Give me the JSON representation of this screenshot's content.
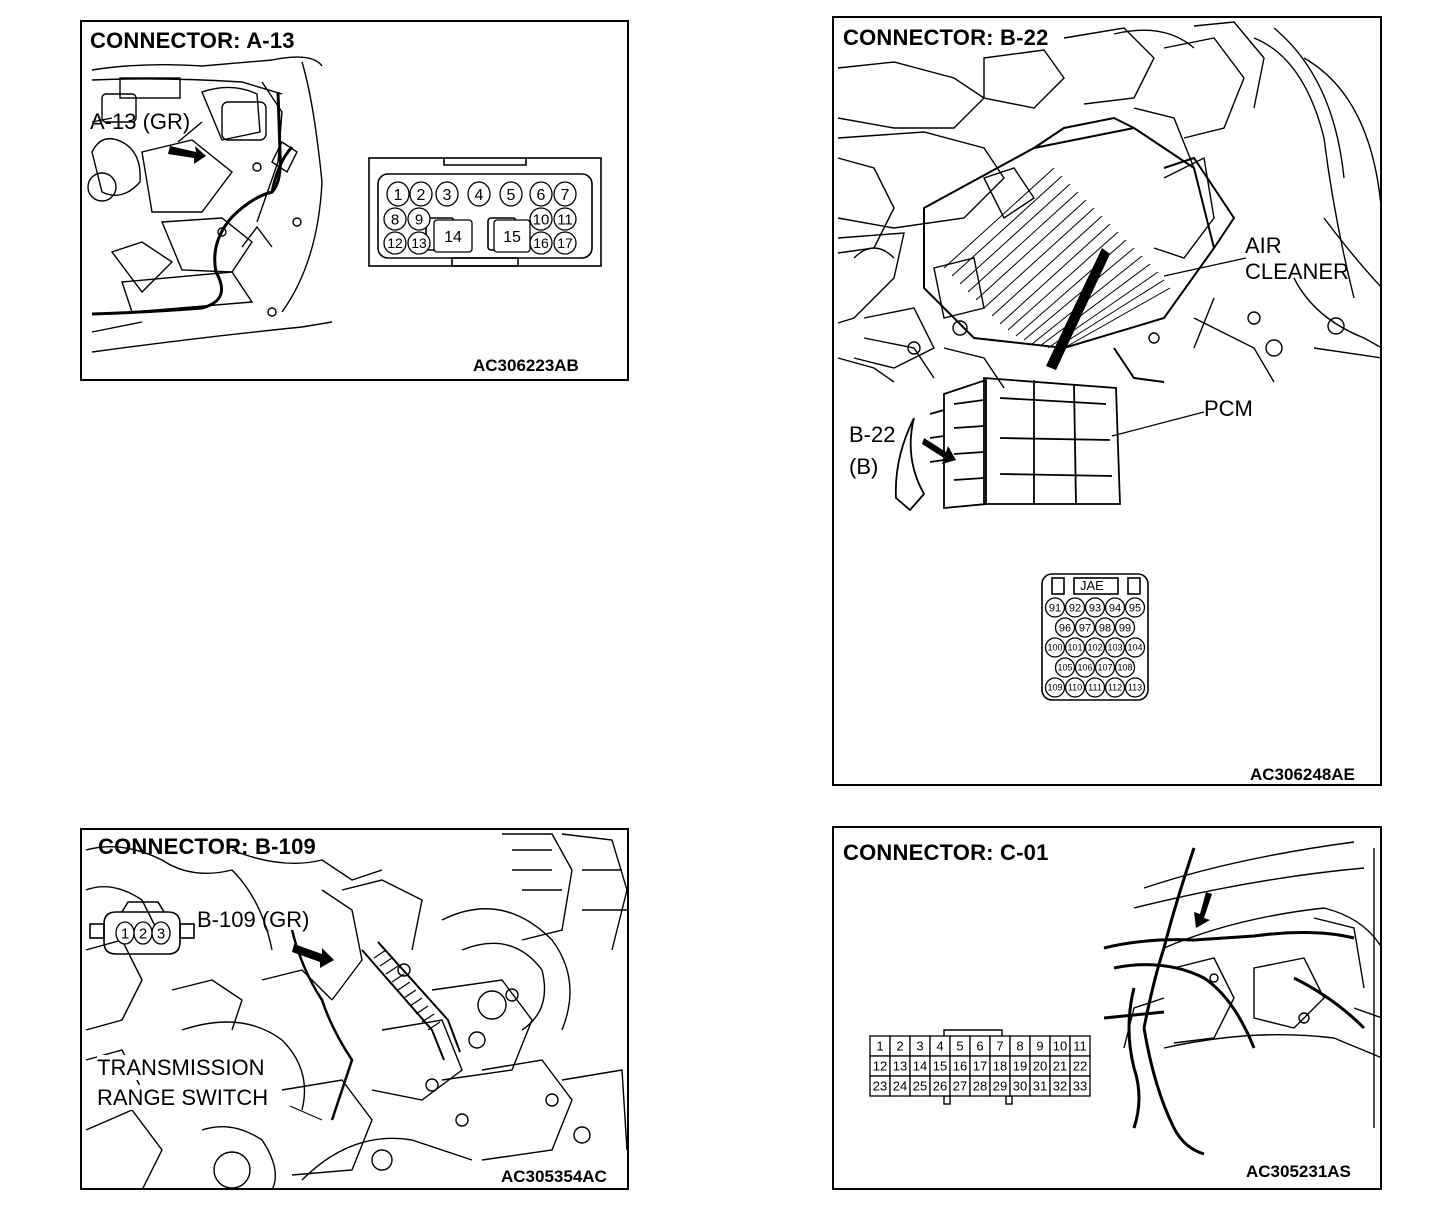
{
  "panels": {
    "a13": {
      "title": "CONNECTOR: A-13",
      "label": "A-13 (GR)",
      "code": "AC306223AB",
      "pins_top": [
        "1",
        "2",
        "3",
        "4",
        "5",
        "6",
        "7"
      ],
      "pins_mid_left": [
        "8",
        "9"
      ],
      "pins_mid_right": [
        "10",
        "11"
      ],
      "pins_bot_left": [
        "12",
        "13"
      ],
      "pins_bot_right": [
        "16",
        "17"
      ],
      "pin_big_a": "14",
      "pin_big_b": "15"
    },
    "b22": {
      "title": "CONNECTOR: B-22",
      "label_air": "AIR",
      "label_cleaner": "CLEANER",
      "label_pcm": "PCM",
      "label_conn": "B-22",
      "label_color": "(B)",
      "connector_tag": "JAE",
      "code": "AC306248AE",
      "pin_rows": [
        [
          "91",
          "92",
          "93",
          "94",
          "95"
        ],
        [
          "96",
          "97",
          "98",
          "99"
        ],
        [
          "100",
          "101",
          "102",
          "103",
          "104"
        ],
        [
          "105",
          "106",
          "107",
          "108"
        ],
        [
          "109",
          "110",
          "111",
          "112",
          "113"
        ]
      ]
    },
    "b109": {
      "title": "CONNECTOR: B-109",
      "label": "B-109 (GR)",
      "label_line1": "TRANSMISSION",
      "label_line2": "RANGE SWITCH",
      "code": "AC305354AC",
      "pins": [
        "1",
        "2",
        "3"
      ]
    },
    "c01": {
      "title": "CONNECTOR: C-01",
      "code": "AC305231AS",
      "pin_rows": [
        [
          "1",
          "2",
          "3",
          "4",
          "5",
          "6",
          "7",
          "8",
          "9",
          "10",
          "11"
        ],
        [
          "12",
          "13",
          "14",
          "15",
          "16",
          "17",
          "18",
          "19",
          "20",
          "21",
          "22"
        ],
        [
          "23",
          "24",
          "25",
          "26",
          "27",
          "28",
          "29",
          "30",
          "31",
          "32",
          "33"
        ]
      ]
    }
  }
}
